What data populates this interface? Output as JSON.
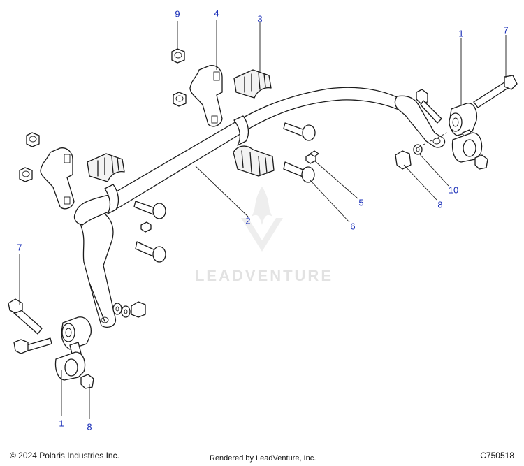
{
  "callouts": [
    {
      "label": "1",
      "color": "#1a2fb8"
    },
    {
      "label": "1",
      "color": "#1a2fb8"
    },
    {
      "label": "2",
      "color": "#1a2fb8"
    },
    {
      "label": "3",
      "color": "#1a2fb8"
    },
    {
      "label": "4",
      "color": "#1a2fb8"
    },
    {
      "label": "5",
      "color": "#1a2fb8"
    },
    {
      "label": "6",
      "color": "#1a2fb8"
    },
    {
      "label": "7",
      "color": "#1a2fb8"
    },
    {
      "label": "7",
      "color": "#1a2fb8"
    },
    {
      "label": "8",
      "color": "#1a2fb8"
    },
    {
      "label": "8",
      "color": "#1a2fb8"
    },
    {
      "label": "9",
      "color": "#1a2fb8"
    },
    {
      "label": "10",
      "color": "#1a2fb8"
    }
  ],
  "watermark": {
    "text": "LEADVENTURE"
  },
  "footer": {
    "copyright": "© 2024 Polaris Industries Inc.",
    "rendered_by": "Rendered by LeadVenture, Inc.",
    "diagram_id": "C750518"
  }
}
